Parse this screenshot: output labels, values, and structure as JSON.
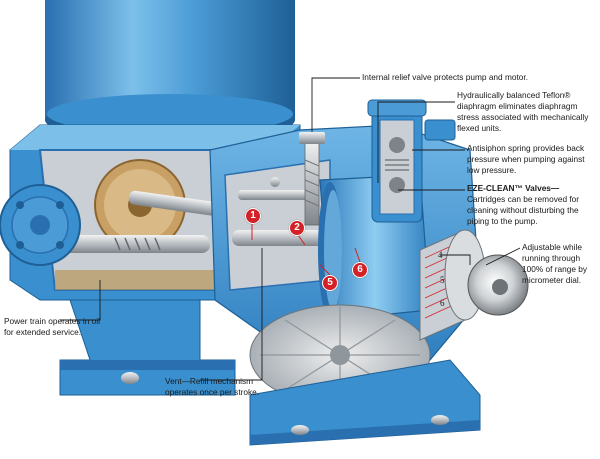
{
  "diagram": {
    "callouts": [
      {
        "id": "relief",
        "text": "Internal relief valve protects pump and motor."
      },
      {
        "id": "teflon",
        "text": "Hydraulically balanced Teflon® diaphragm eliminates diaphragm stress associated with mechanically flexed units."
      },
      {
        "id": "antisiphon",
        "text": "Antisiphon spring provides back pressure when pumping against low pressure."
      },
      {
        "id": "ezeclean_title",
        "text": "EZE-CLEAN™ Valves—"
      },
      {
        "id": "ezeclean_body",
        "text": "Cartridges can be removed for cleaning without disturbing the piping to the pump."
      },
      {
        "id": "adjustable",
        "text": "Adjustable while running through 100% of range by micrometer dial."
      },
      {
        "id": "powertrain",
        "text": "Power train operates in oil for extended service."
      },
      {
        "id": "vent",
        "text": "Vent—Refill mechanism operates once per stroke."
      }
    ],
    "markers": [
      "1",
      "2",
      "5",
      "6"
    ],
    "dial_numbers": [
      "4",
      "5",
      "6"
    ],
    "colors": {
      "body_blue": "#3a8fce",
      "body_light": "#7cc0ea",
      "body_dark": "#1e5f95",
      "cutaway_grey": "#c9cfd4",
      "marker_red": "#d42027"
    }
  }
}
